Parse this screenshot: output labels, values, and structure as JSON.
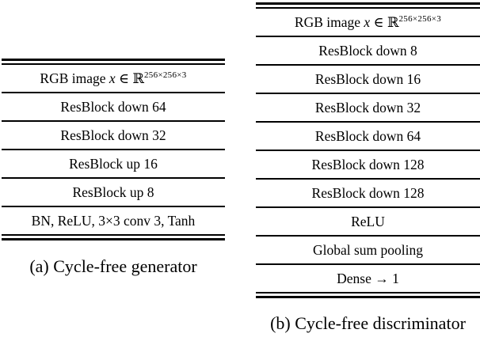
{
  "figure": {
    "panels": [
      {
        "id": "a",
        "caption": "(a) Cycle-free generator",
        "rows": [
          {
            "text": "RGB image ",
            "math_var": "x",
            "math_rel": " ∈ ",
            "math_set": "ℝ",
            "math_sup": "256×256×3"
          },
          {
            "text": "ResBlock down 64"
          },
          {
            "text": "ResBlock down 32"
          },
          {
            "text": "ResBlock up 16"
          },
          {
            "text": "ResBlock up 8"
          },
          {
            "text": "BN, ReLU, 3×3 conv 3, Tanh"
          }
        ]
      },
      {
        "id": "b",
        "caption": "(b) Cycle-free discriminator",
        "rows": [
          {
            "text": "RGB image ",
            "math_var": "x",
            "math_rel": " ∈ ",
            "math_set": "ℝ",
            "math_sup": "256×256×3"
          },
          {
            "text": "ResBlock down 8"
          },
          {
            "text": "ResBlock down 16"
          },
          {
            "text": "ResBlock down 32"
          },
          {
            "text": "ResBlock down 64"
          },
          {
            "text": "ResBlock down 128"
          },
          {
            "text": "ResBlock down 128"
          },
          {
            "text": "ReLU"
          },
          {
            "text": "Global sum pooling"
          },
          {
            "text": "Dense → 1"
          }
        ]
      }
    ]
  }
}
